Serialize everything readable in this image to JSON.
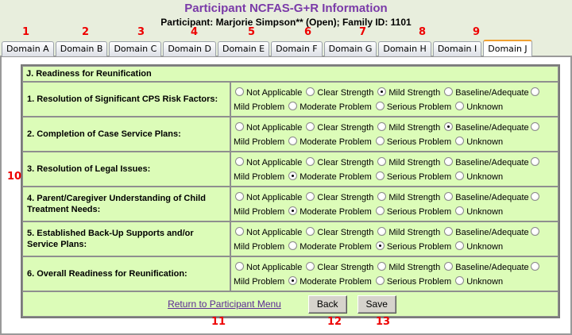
{
  "header": {
    "title": "Participant NCFAS-G+R Information",
    "subtitle": "Participant: Marjorie Simpson** (Open);  Family ID: 1101"
  },
  "tabs": [
    {
      "label": "Domain A",
      "callout": "1",
      "active": false
    },
    {
      "label": "Domain B",
      "callout": "2",
      "active": false
    },
    {
      "label": "Domain C",
      "callout": "3",
      "active": false
    },
    {
      "label": "Domain D",
      "callout": "4",
      "active": false
    },
    {
      "label": "Domain E",
      "callout": "5",
      "active": false
    },
    {
      "label": "Domain F",
      "callout": "6",
      "active": false
    },
    {
      "label": "Domain G",
      "callout": "7",
      "active": false
    },
    {
      "label": "Domain H",
      "callout": "8",
      "active": false
    },
    {
      "label": "Domain I",
      "callout": "9",
      "active": false
    },
    {
      "label": "Domain J",
      "callout": "",
      "active": true
    }
  ],
  "form": {
    "section_title": "J. Readiness for Reunification",
    "callout": "10",
    "options": [
      "Not Applicable",
      "Clear Strength",
      "Mild Strength",
      "Baseline/Adequate",
      "Mild Problem",
      "Moderate Problem",
      "Serious Problem",
      "Unknown"
    ],
    "questions": [
      {
        "label": "1. Resolution of Significant CPS Risk Factors:",
        "selected": "Mild Strength"
      },
      {
        "label": "2. Completion of Case Service Plans:",
        "selected": "Baseline/Adequate"
      },
      {
        "label": "3. Resolution of Legal Issues:",
        "selected": "Moderate Problem"
      },
      {
        "label": "4. Parent/Caregiver Understanding of Child Treatment Needs:",
        "selected": "Moderate Problem"
      },
      {
        "label": "5. Established Back-Up Supports and/or Service Plans:",
        "selected": "Serious Problem"
      },
      {
        "label": "6. Overall Readiness for Reunification:",
        "selected": "Moderate Problem"
      }
    ]
  },
  "footer": {
    "return_link": "Return to Participant Menu",
    "back_label": "Back",
    "save_label": "Save",
    "callouts": {
      "return": "11",
      "back": "12",
      "save": "13"
    }
  },
  "colors": {
    "title": "#7a3aa8",
    "form_bg": "#dcfcb8",
    "active_tab_accent": "#f0a030",
    "callout": "#ee0000"
  }
}
